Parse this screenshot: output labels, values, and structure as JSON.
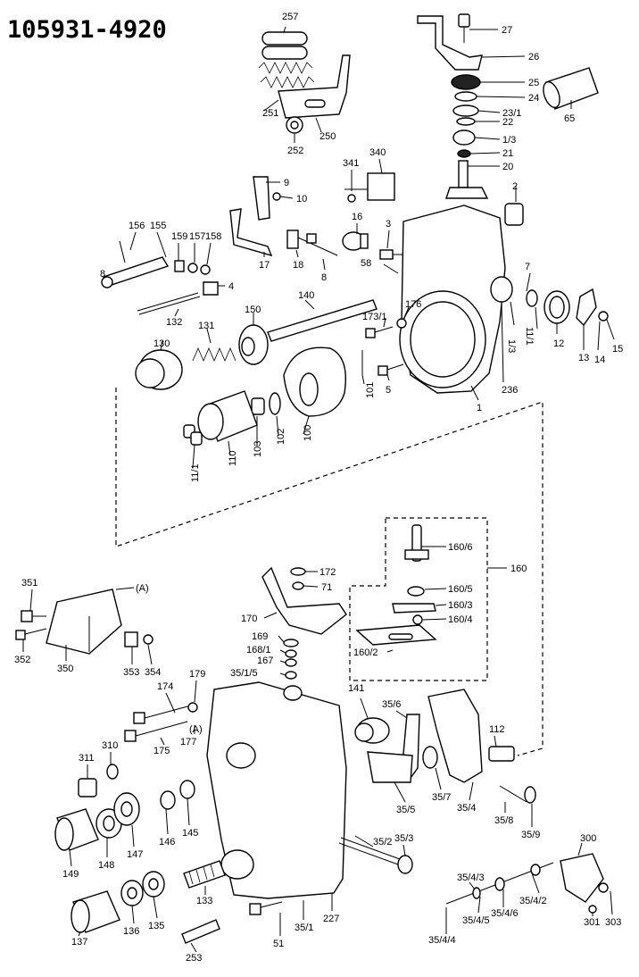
{
  "title": "105931-4920",
  "labels": {
    "p257": "257",
    "p27": "27",
    "p26": "26",
    "p25": "25",
    "p24": "24",
    "p23_1": "23/1",
    "p22": "22",
    "p1_3a": "1/3",
    "p21": "21",
    "p20": "20",
    "p65": "65",
    "p251": "251",
    "p250": "250",
    "p252": "252",
    "p340": "340",
    "p341": "341",
    "p9": "9",
    "p10": "10",
    "p2": "2",
    "p156": "156",
    "p155": "155",
    "p159": "159",
    "p157": "157",
    "p158": "158",
    "p16": "16",
    "p3": "3",
    "p17": "17",
    "p18": "18",
    "p8a": "8",
    "p8b": "8",
    "p4": "4",
    "p58": "58",
    "p7": "7",
    "p132": "132",
    "p140": "140",
    "p150": "150",
    "p131": "131",
    "p130": "130",
    "p173_1": "173/1",
    "p176": "176",
    "p1_3b": "1/3",
    "p11_1a": "11/1",
    "p12": "12",
    "p13": "13",
    "p14": "14",
    "p15": "15",
    "p5": "5",
    "p101": "101",
    "p236": "236",
    "p1": "1",
    "p100": "100",
    "p102": "102",
    "p103": "103",
    "p110": "110",
    "p11_1b": "11/1",
    "p160_6": "160/6",
    "p160": "160",
    "p172": "172",
    "p71": "71",
    "p160_5": "160/5",
    "p160_3": "160/3",
    "p160_4": "160/4",
    "p160_2": "160/2",
    "p351": "351",
    "pA_a": "(A)",
    "p170": "170",
    "p169": "169",
    "p168_1": "168/1",
    "p167": "167",
    "p35_1_5": "35/1/5",
    "p352": "352",
    "p350": "350",
    "p353": "353",
    "p354": "354",
    "p141": "141",
    "p35_6": "35/6",
    "p179": "179",
    "p174": "174",
    "pA_b": "(A)",
    "p175": "175",
    "p177": "177",
    "p112": "112",
    "p311": "311",
    "p310": "310",
    "p35_5": "35/5",
    "p35_7": "35/7",
    "p35_4": "35/4",
    "p35_8": "35/8",
    "p35_9": "35/9",
    "p146": "146",
    "p145": "145",
    "p149": "149",
    "p148": "148",
    "p147": "147",
    "p35_2": "35/2",
    "p35_3": "35/3",
    "p300": "300",
    "p35_4_3": "35/4/3",
    "p35_4_2": "35/4/2",
    "p35_4_5": "35/4/5",
    "p35_4_6": "35/4/6",
    "p301": "301",
    "p303": "303",
    "p35_4_4": "35/4/4",
    "p133": "133",
    "p137": "137",
    "p136": "136",
    "p135": "135",
    "p253": "253",
    "p51": "51",
    "p35_1": "35/1",
    "p227": "227"
  }
}
